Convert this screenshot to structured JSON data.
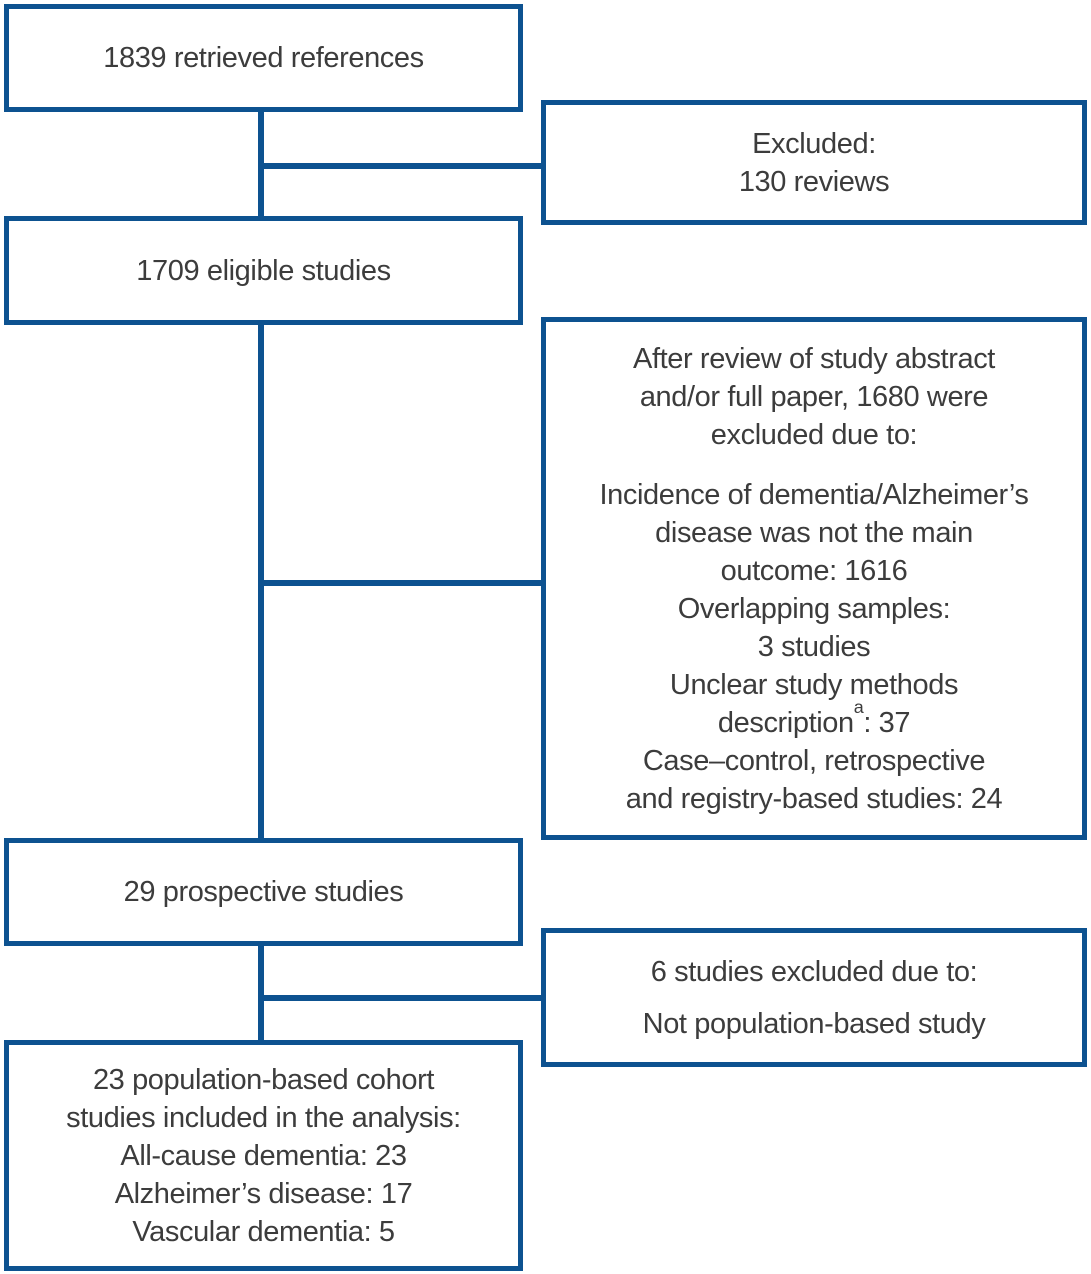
{
  "colors": {
    "line_blue": "#0d5290",
    "text_gray": "#3c3c3c",
    "background": "#ffffff"
  },
  "boxes": {
    "retrieved": {
      "text": "1839 retrieved references"
    },
    "excluded_reviews": {
      "lines": [
        "Excluded:",
        "130 reviews"
      ]
    },
    "eligible": {
      "text": "1709 eligible studies"
    },
    "abstract_review_exclusions": {
      "intro_lines": [
        "After review of study abstract",
        "and/or full paper, 1680 were",
        "excluded due to:"
      ],
      "reason_lines_a": [
        "Incidence of dementia/Alzheimer’s",
        "disease was not the main",
        "outcome: 1616",
        "Overlapping samples:",
        "3 studies",
        "Unclear study methods"
      ],
      "description_line": {
        "before_sup": "description",
        "sup": "a",
        "after_sup": ": 37"
      },
      "reason_lines_b": [
        "Case–control, retrospective",
        "and registry-based studies: 24"
      ]
    },
    "prospective": {
      "text": "29 prospective studies"
    },
    "excluded_not_population": {
      "lines": [
        "6 studies excluded due to:",
        "Not population-based study"
      ]
    },
    "included": {
      "lines": [
        "23 population-based cohort",
        "studies included in the analysis:",
        "All-cause dementia: 23",
        "Alzheimer’s disease: 17",
        "Vascular dementia: 5"
      ]
    }
  }
}
